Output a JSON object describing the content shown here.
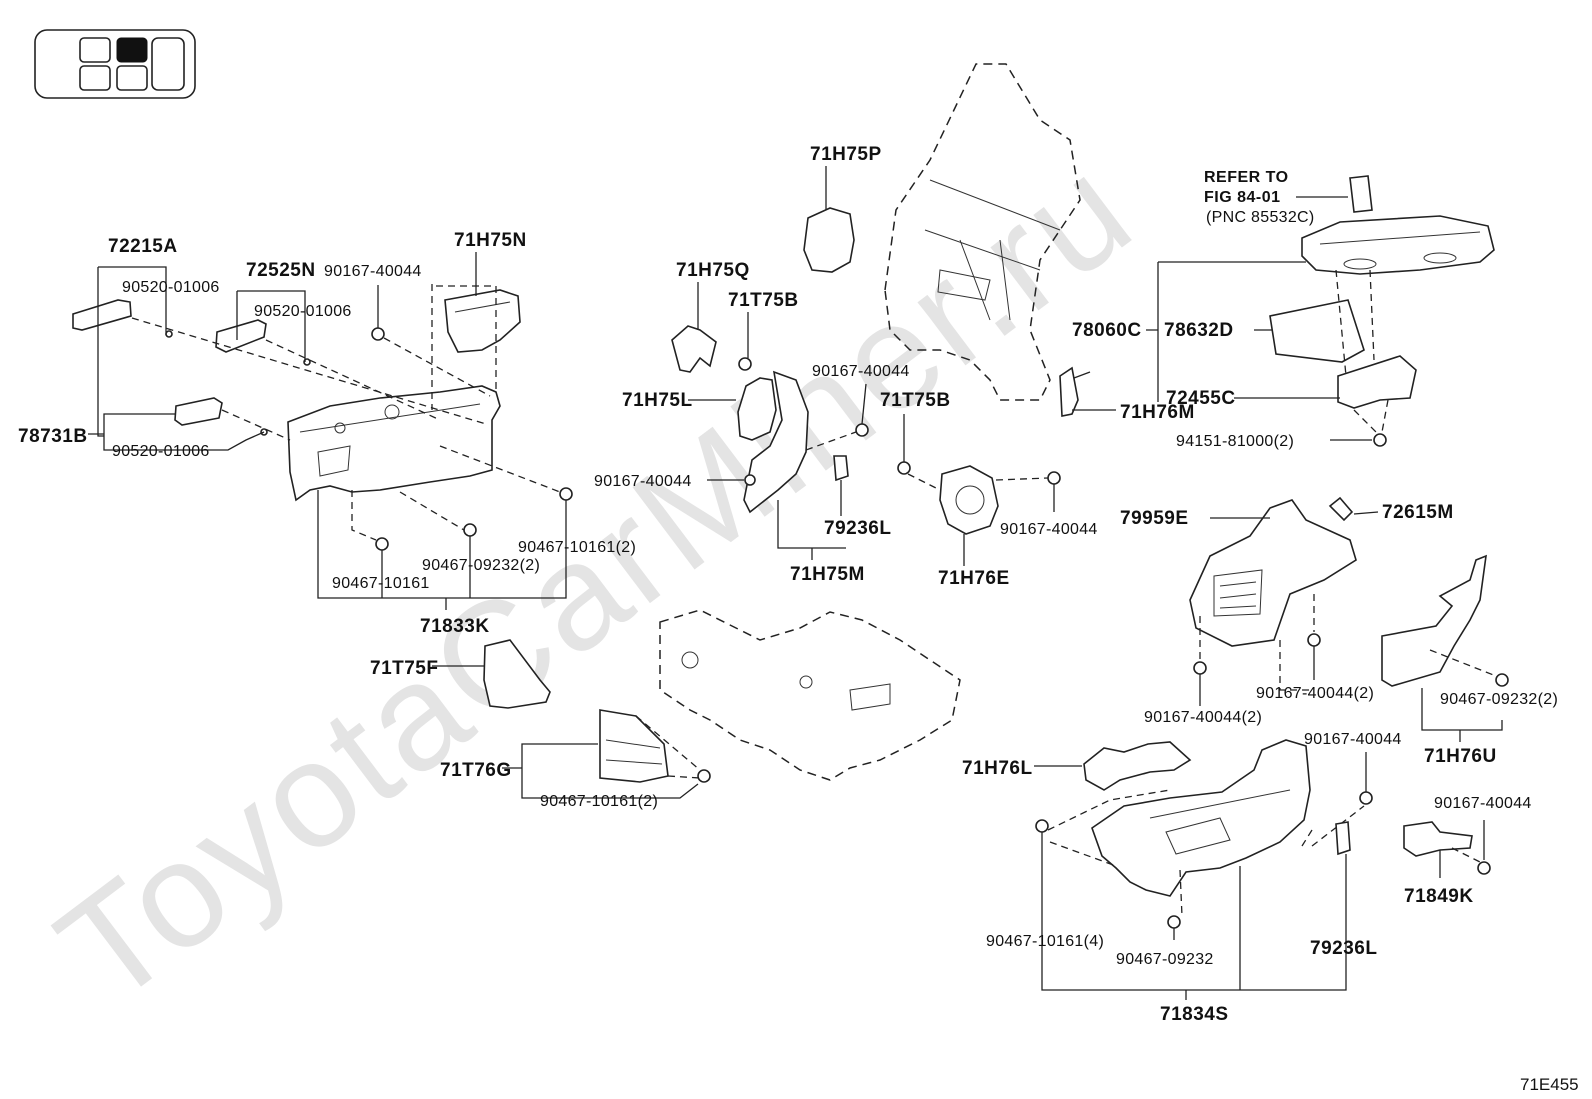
{
  "watermark": "ToyotaCarMiner.ru",
  "figure_code": "71E455",
  "refer_note": {
    "line1": "REFER TO",
    "line2": "FIG 84-01",
    "line3": "(PNC 85532C)"
  },
  "labels": {
    "p72215A": "72215A",
    "p90520_a": "90520-01006",
    "p72525N": "72525N",
    "p90520_b": "90520-01006",
    "p90167_n": "90167-40044",
    "p71H75N": "71H75N",
    "p78731B": "78731B",
    "p90520_c": "90520-01006",
    "p90467_10161_2a": "90467-10161(2)",
    "p90467_09232_2a": "90467-09232(2)",
    "p90467_10161": "90467-10161",
    "p71833K": "71833K",
    "p71T75F": "71T75F",
    "p71T76G": "71T76G",
    "p90467_10161_2b": "90467-10161(2)",
    "p71H75P": "71H75P",
    "p71H75Q": "71H75Q",
    "p71T75B_a": "71T75B",
    "p71H75L": "71H75L",
    "p90167_m1": "90167-40044",
    "p90167_m2": "90167-40044",
    "p79236L_a": "79236L",
    "p71H75M": "71H75M",
    "p71T75B_b": "71T75B",
    "p90167_e": "90167-40044",
    "p71H76E": "71H76E",
    "p71H76M": "71H76M",
    "p78060C": "78060C",
    "p78632D": "78632D",
    "p72455C": "72455C",
    "p94151": "94151-81000(2)",
    "p79959E": "79959E",
    "p72615M": "72615M",
    "p90167_2a": "90167-40044(2)",
    "p90167_2b": "90167-40044(2)",
    "p90467_09232_2b": "90467-09232(2)",
    "p71H76U": "71H76U",
    "p71H76L": "71H76L",
    "p90167_s": "90167-40044",
    "p90167_k": "90167-40044",
    "p71849K": "71849K",
    "p90467_10161_4": "90467-10161(4)",
    "p90467_09232": "90467-09232",
    "p79236L_b": "79236L",
    "p71834S": "71834S"
  }
}
